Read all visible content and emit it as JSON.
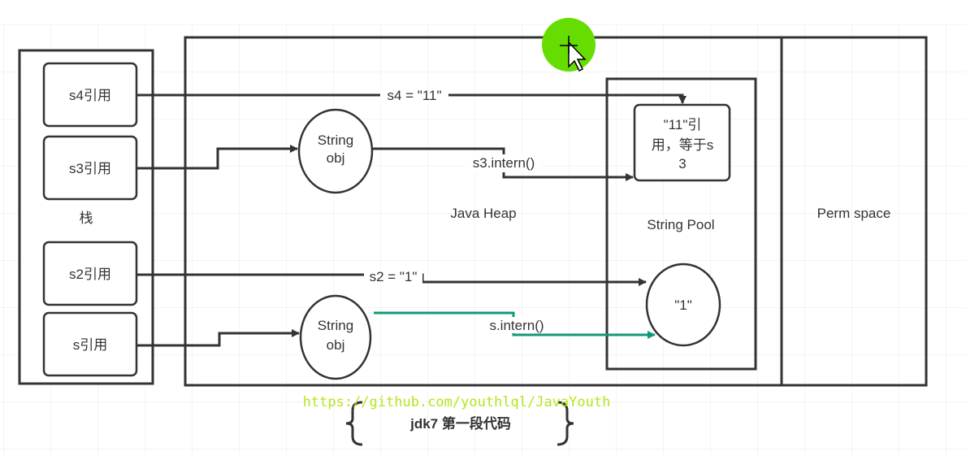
{
  "stack": {
    "label": "栈",
    "items": [
      "s4引用",
      "s3引用",
      "s2引用",
      "s引用"
    ]
  },
  "heap": {
    "label": "Java Heap",
    "objects": [
      {
        "line1": "String",
        "line2": "obj"
      },
      {
        "line1": "String",
        "line2": "obj"
      }
    ]
  },
  "pool": {
    "label": "String Pool",
    "ref_box": [
      "\"11\"引",
      "用，等于s",
      "3"
    ],
    "literal": "\"1\""
  },
  "perm": {
    "label": "Perm space"
  },
  "edges": {
    "s4": "s4 = \"11\"",
    "s3_intern": "s3.intern()",
    "s2": "s2 = \"1\"",
    "s_intern": "s.intern()"
  },
  "colors": {
    "line": "#333333",
    "highlight": "#119977",
    "cursor": "#66dd00",
    "watermark": "#b5e61d"
  },
  "watermark": "https://github.com/youthlql/JavaYouth",
  "caption": "jdk7 第一段代码"
}
